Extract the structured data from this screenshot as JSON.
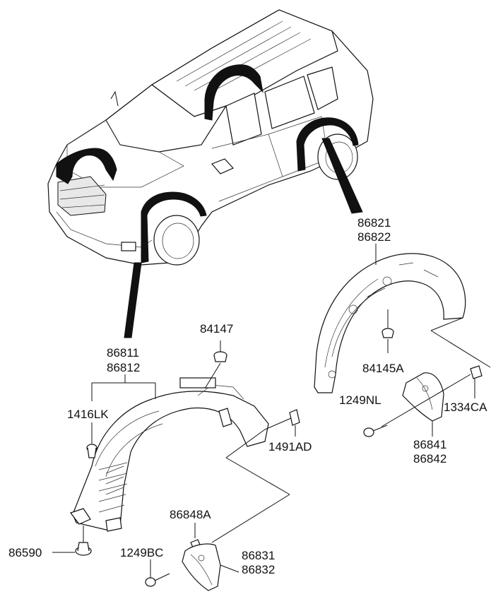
{
  "labels": {
    "p86821": "86821",
    "p86822": "86822",
    "p84147": "84147",
    "p86811": "86811",
    "p86812": "86812",
    "p1416LK": "1416LK",
    "p84145A": "84145A",
    "p1249NL_r": "1249NL",
    "p1334CA": "1334CA",
    "p1491AD": "1491AD",
    "p86841": "86841",
    "p86842": "86842",
    "p86848A": "86848A",
    "p86590": "86590",
    "p1249BC": "1249BC",
    "p86831": "86831",
    "p86832": "86832"
  },
  "colors": {
    "ink": "#111111",
    "paper": "#ffffff"
  }
}
